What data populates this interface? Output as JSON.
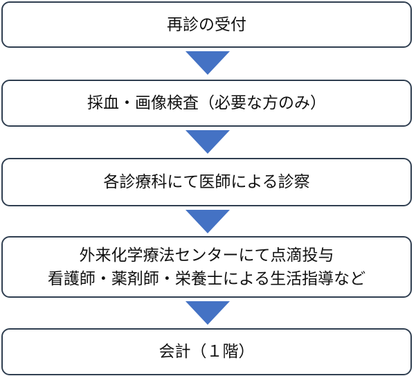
{
  "flow": {
    "arrow_color": "#4472c4",
    "border_color": "#2f3e50",
    "steps": [
      {
        "id": "reception",
        "text": "再診の受付"
      },
      {
        "id": "blood-test-imaging",
        "text": "採血・画像検査（必要な方のみ）"
      },
      {
        "id": "doctor-examination",
        "text": "各診療科にて医師による診察"
      },
      {
        "id": "chemotherapy-guidance",
        "text": "外来化学療法センターにて点滴投与\n看護師・薬剤師・栄養士による生活指導など"
      },
      {
        "id": "payment",
        "text": "会計（１階）"
      }
    ],
    "arrow_count": 4
  }
}
